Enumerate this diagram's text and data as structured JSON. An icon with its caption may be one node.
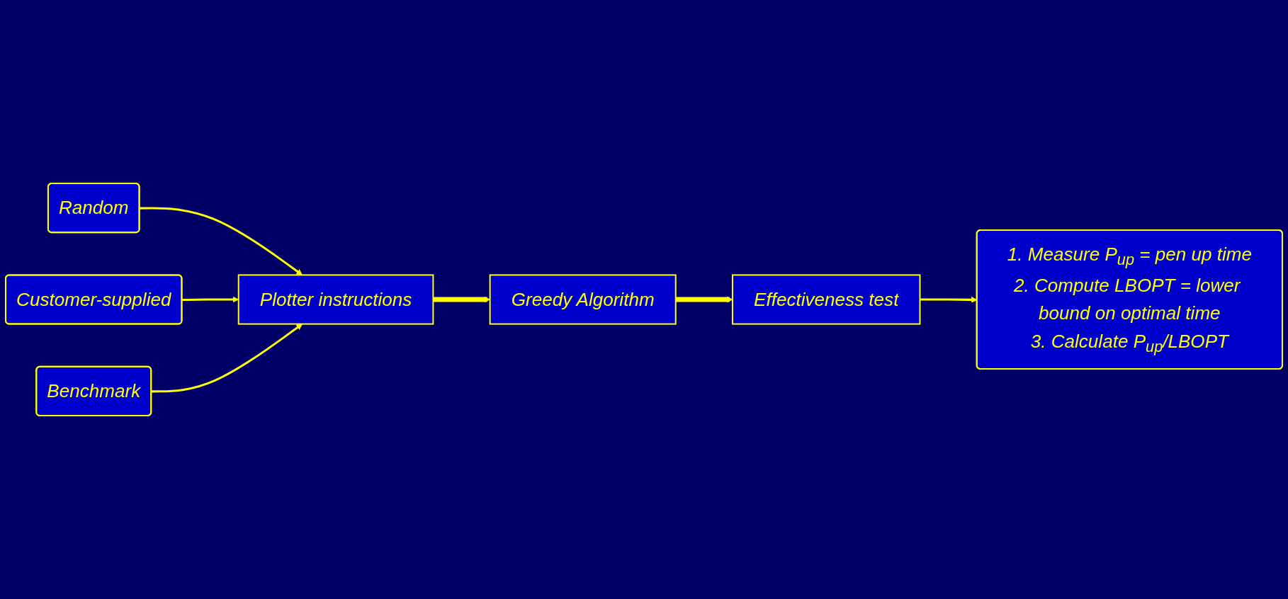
{
  "diagram": {
    "nodes": [
      {
        "text": [
          "Plotter instructions"
        ]
      },
      {
        "text": [
          "Greedy Algorithm"
        ]
      },
      {
        "text": [
          "Effectiveness test"
        ]
      },
      {
        "text": [
          "Random"
        ]
      },
      {
        "text": [
          "Customer-supplied"
        ]
      },
      {
        "text": [
          "Benchmark"
        ]
      },
      {
        "text": [
          "1. Measure P$_{up}$ = pen up time",
          "2. Compute LBOPT = lower bound on optimal time",
          "3. Calculate P$_{up}$/LBOPT"
        ]
      }
    ],
    "edges": [
      {
        "from": 0,
        "to": 1,
        "arrow": "to",
        "style": "thick"
      },
      {
        "from": 1,
        "to": 2,
        "arrow": "to",
        "style": "thick"
      },
      {
        "from": 3,
        "to": 0,
        "arrow": "to"
      },
      {
        "from": 4,
        "to": 0,
        "arrow": "to"
      },
      {
        "from": 5,
        "to": 0,
        "arrow": "to"
      },
      {
        "from": 2,
        "to": 6,
        "arrow": "to"
      }
    ]
  }
}
